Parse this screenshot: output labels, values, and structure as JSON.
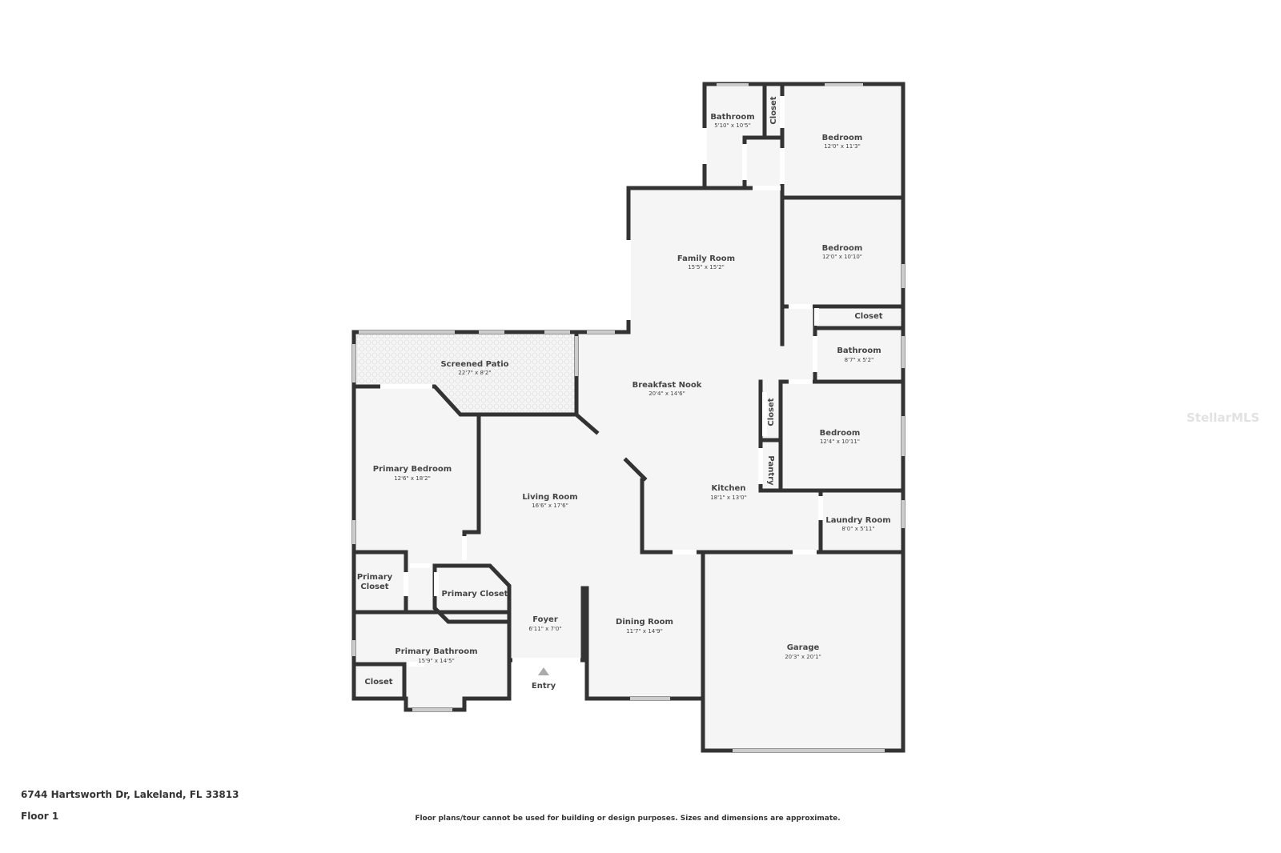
{
  "address": "6744 Hartsworth Dr, Lakeland, FL 33813",
  "floor_label": "Floor 1",
  "disclaimer": "Floor plans/tour cannot be used for building or design purposes. Sizes and dimensions are approximate.",
  "watermark": "StellarMLS",
  "entry_label": "Entry",
  "rooms": {
    "bathroom_1": {
      "name": "Bathroom",
      "dims": "5'10\" x 10'5\""
    },
    "closet_1": {
      "name": "Closet"
    },
    "bedroom_1": {
      "name": "Bedroom",
      "dims": "12'0\" x 11'3\""
    },
    "family_room": {
      "name": "Family Room",
      "dims": "15'5\" x 15'2\""
    },
    "bedroom_2": {
      "name": "Bedroom",
      "dims": "12'0\" x 10'10\""
    },
    "closet_2": {
      "name": "Closet"
    },
    "bathroom_2": {
      "name": "Bathroom",
      "dims": "8'7\" x 5'2\""
    },
    "screened_patio": {
      "name": "Screened Patio",
      "dims": "22'7\" x 8'2\""
    },
    "breakfast_nook": {
      "name": "Breakfast Nook",
      "dims": "20'4\" x 14'6\""
    },
    "closet_3": {
      "name": "Closet"
    },
    "bedroom_3": {
      "name": "Bedroom",
      "dims": "12'4\" x 10'11\""
    },
    "pantry": {
      "name": "Pantry"
    },
    "primary_bedroom": {
      "name": "Primary Bedroom",
      "dims": "12'6\" x 18'2\""
    },
    "living_room": {
      "name": "Living Room",
      "dims": "16'6\" x 17'6\""
    },
    "kitchen": {
      "name": "Kitchen",
      "dims": "18'1\" x 13'0\""
    },
    "laundry_room": {
      "name": "Laundry Room",
      "dims": "8'0\" x 5'11\""
    },
    "primary_closet_1": {
      "name_line1": "Primary",
      "name_line2": "Closet"
    },
    "primary_closet_2": {
      "name": "Primary Closet"
    },
    "foyer": {
      "name": "Foyer",
      "dims": "6'11\" x 7'0\""
    },
    "dining_room": {
      "name": "Dining Room",
      "dims": "11'7\" x 14'9\""
    },
    "garage": {
      "name": "Garage",
      "dims": "20'3\" x 20'1\""
    },
    "primary_bathroom": {
      "name": "Primary Bathroom",
      "dims": "15'9\" x 14'5\""
    },
    "closet_4": {
      "name": "Closet"
    }
  },
  "colors": {
    "wall": "#333333",
    "floor": "#f5f5f5",
    "window": "#cccccc",
    "entry_marker": "#aaaaaa"
  }
}
